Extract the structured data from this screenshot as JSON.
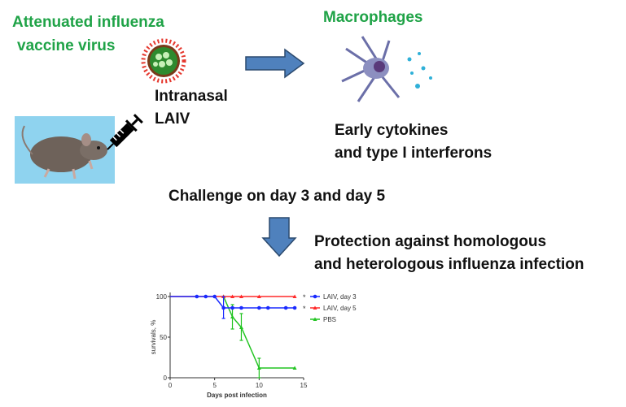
{
  "labels": {
    "vaccine_line1": "Attenuated influenza",
    "vaccine_line2": "vaccine virus",
    "macrophages": "Macrophages",
    "route_line1": "Intranasal",
    "route_line2": "LAIV",
    "cytokines_line1": "Early cytokines",
    "cytokines_line2": "and type I interferons",
    "challenge": "Challenge on day 3 and day 5",
    "protection_line1": "Protection against homologous",
    "protection_line2": "and heterologous influenza infection"
  },
  "colors": {
    "green_text": "#1fa347",
    "arrow": "#4f81bd",
    "arrow_border": "#2c4a6e"
  },
  "chart_data": {
    "type": "line",
    "xlabel": "Days post infection",
    "ylabel": "survivals, %",
    "xlim": [
      0,
      15
    ],
    "ylim": [
      0,
      100
    ],
    "xticks": [
      "0",
      "5",
      "10",
      "15"
    ],
    "yticks": [
      "0",
      "50",
      "100"
    ],
    "legend_position": "right",
    "series": [
      {
        "name": "LAIV, day 3",
        "color": "#1a2bff",
        "marker": "circle",
        "significance": "*",
        "x": [
          0,
          3,
          4,
          5,
          6,
          7,
          8,
          10,
          11,
          13,
          14
        ],
        "y": [
          100,
          100,
          100,
          100,
          86,
          86,
          86,
          86,
          86,
          86,
          86
        ],
        "err": [
          [
            6,
            73,
            100
          ]
        ]
      },
      {
        "name": "LAIV, day 5",
        "color": "#ff2a2a",
        "marker": "triangle",
        "significance": "*",
        "x": [
          0,
          6,
          7,
          8,
          10,
          14
        ],
        "y": [
          100,
          100,
          100,
          100,
          100,
          100
        ],
        "err": []
      },
      {
        "name": "PBS",
        "color": "#22c422",
        "marker": "triangle",
        "significance": "",
        "x": [
          6,
          7,
          8,
          10,
          14
        ],
        "y": [
          100,
          75,
          62,
          12,
          12
        ],
        "err": [
          [
            7,
            60,
            90
          ],
          [
            8,
            46,
            79
          ],
          [
            10,
            0,
            24
          ]
        ]
      }
    ]
  }
}
